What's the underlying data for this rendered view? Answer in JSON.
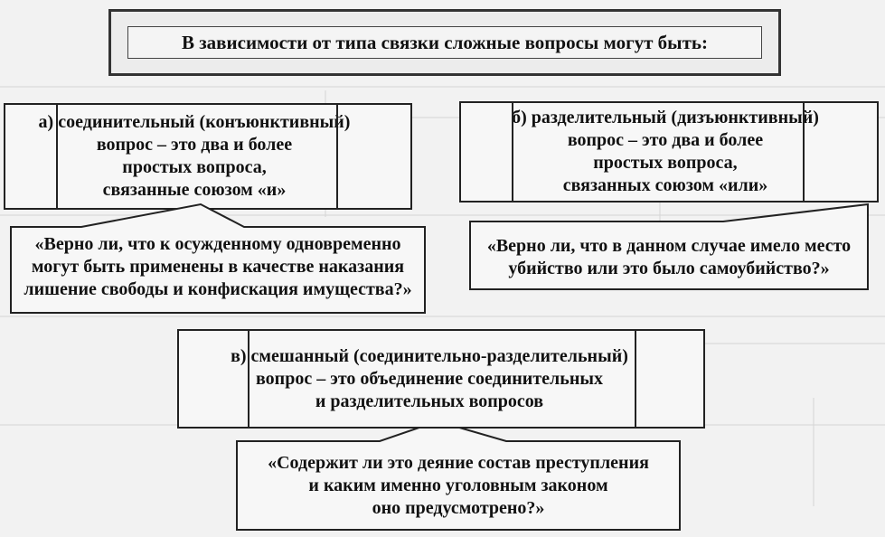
{
  "title": "В зависимости от типа связки сложные вопросы могут быть:",
  "conjunctive": {
    "lines": [
      "а) соединительный (конъюнктивный)",
      "вопрос – это два и более",
      "простых вопроса,",
      "связанные союзом «и»"
    ],
    "example": [
      "«Верно ли, что к осужденному одновременно",
      "могут быть применены в качестве наказания",
      "лишение свободы и конфискация имущества?»"
    ]
  },
  "disjunctive": {
    "lines": [
      "б) разделительный (дизъюнктивный)",
      "вопрос – это два и более",
      "простых вопроса,",
      "связанных союзом «или»"
    ],
    "example": [
      "«Верно ли, что в данном случае имело место",
      "убийство или это было самоубийство?»"
    ]
  },
  "mixed": {
    "lines": [
      "в) смешанный (соединительно-разделительный)",
      "вопрос – это объединение соединительных",
      "и разделительных вопросов"
    ],
    "example": [
      "«Содержит ли это деяние состав преступления",
      "и каким именно уголовным законом",
      "оно предусмотрено?»"
    ]
  }
}
